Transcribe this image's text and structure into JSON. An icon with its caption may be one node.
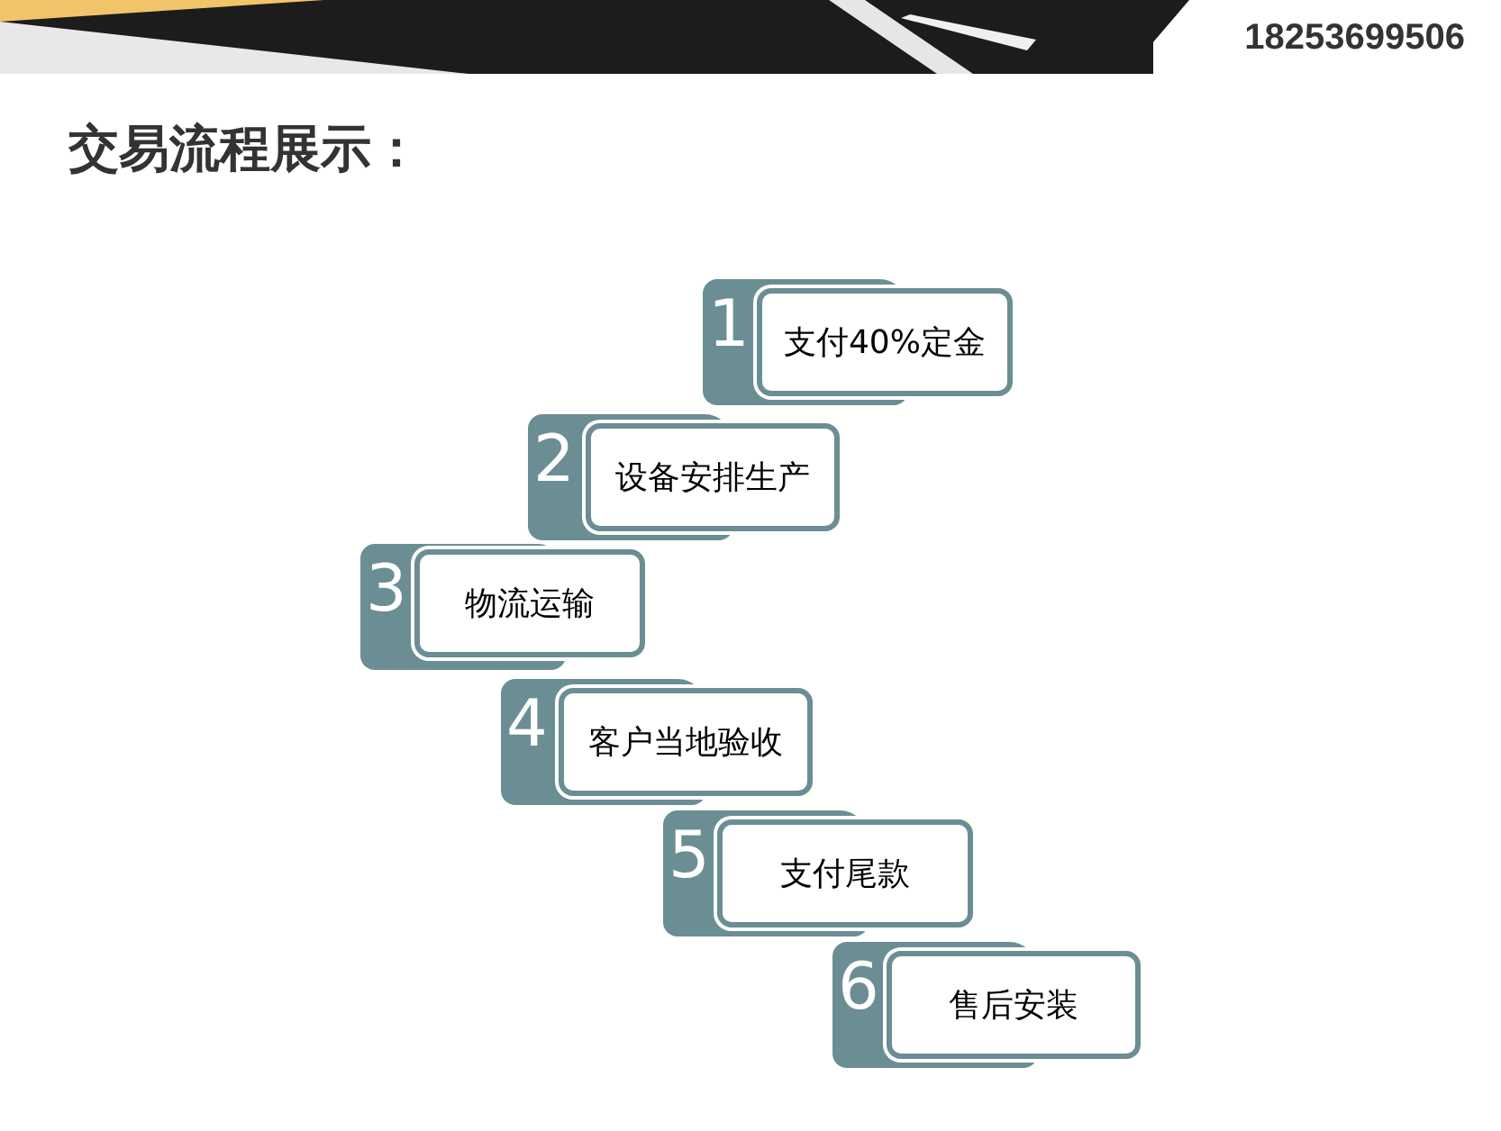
{
  "diagram": {
    "title": "交易流程展示：",
    "nodes": [
      {
        "text": [
          "1",
          "支付40%定金"
        ]
      },
      {
        "text": [
          "2",
          "设备安排生产"
        ]
      },
      {
        "text": [
          "3",
          "物流运输"
        ]
      },
      {
        "text": [
          "4",
          "客户当地验收"
        ]
      },
      {
        "text": [
          "5",
          "支付尾款"
        ]
      },
      {
        "text": [
          "6",
          "售后安装"
        ]
      }
    ],
    "labels": [
      "18253699506"
    ]
  }
}
